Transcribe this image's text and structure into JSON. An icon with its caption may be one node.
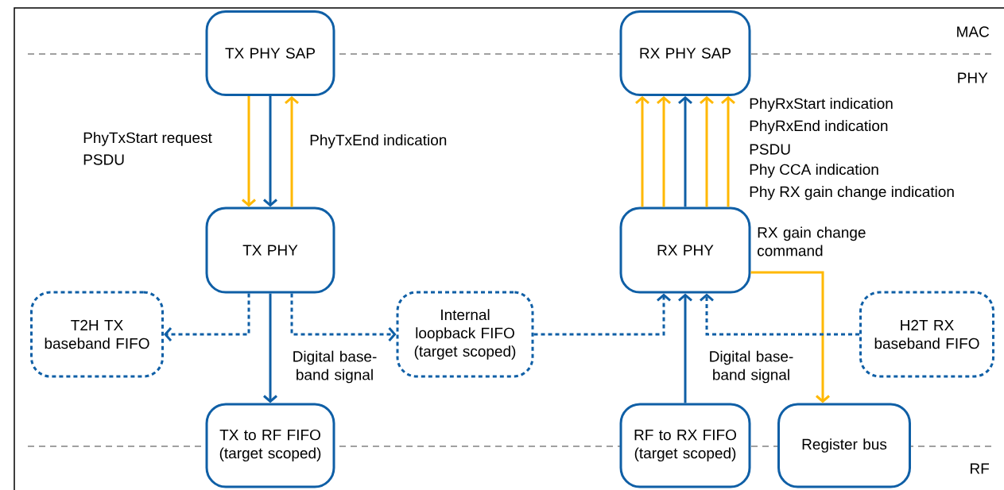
{
  "diagram": {
    "nodes": [
      {
        "text": [
          "TX PHY SAP"
        ]
      },
      {
        "text": [
          "RX PHY SAP"
        ]
      },
      {
        "text": [
          "TX PHY"
        ]
      },
      {
        "text": [
          "RX PHY"
        ]
      },
      {
        "text": [
          "T2H TX baseband FIFO"
        ]
      },
      {
        "text": [
          "Internal loopback FIFO (target scoped)"
        ]
      },
      {
        "text": [
          "H2T RX baseband FIFO"
        ]
      },
      {
        "text": [
          "TX to RF FIFO (target scoped)"
        ]
      },
      {
        "text": [
          "RF to RX FIFO (target scoped)"
        ]
      },
      {
        "text": [
          "Register bus"
        ]
      }
    ],
    "edges": [
      {
        "from": 0,
        "to": 2,
        "arrow": "to",
        "color": "#ffb800"
      },
      {
        "from": 0,
        "to": 2,
        "arrow": "to"
      },
      {
        "from": 2,
        "to": 0,
        "arrow": "to",
        "label": "PhyTxEnd indication",
        "color": "#ffb800"
      },
      {
        "from": 3,
        "to": 1,
        "arrow": "to",
        "color": "#ffb800"
      },
      {
        "from": 3,
        "to": 1,
        "arrow": "to",
        "color": "#ffb800"
      },
      {
        "from": 3,
        "to": 1,
        "arrow": "to"
      },
      {
        "from": 3,
        "to": 1,
        "arrow": "to",
        "color": "#ffb800"
      },
      {
        "from": 3,
        "to": 1,
        "arrow": "to",
        "color": "#ffb800"
      },
      {
        "from": 3,
        "to": 9,
        "arrow": "to",
        "label": "RX gain change command",
        "color": "#ffb800"
      },
      {
        "from": 2,
        "to": 4,
        "arrow": "to",
        "style": "dashed"
      },
      {
        "from": 2,
        "to": 5,
        "arrow": "to",
        "style": "dashed"
      },
      {
        "from": 2,
        "to": 7,
        "arrow": "to",
        "label": "Digital base-band signal"
      },
      {
        "from": 5,
        "to": 3,
        "arrow": "to",
        "style": "dashed"
      },
      {
        "from": 6,
        "to": 3,
        "arrow": "to",
        "style": "dashed"
      },
      {
        "from": 8,
        "to": 3,
        "arrow": "to",
        "label": "Digital base-band signal"
      }
    ],
    "labels": [
      "MAC",
      "PHY",
      "PhyTxStart request",
      "PSDU",
      "PhyRxStart indication",
      "PhyRxEnd indication",
      "PSDU",
      "Phy CCA indication",
      "Phy RX gain change indication",
      "RF"
    ]
  }
}
